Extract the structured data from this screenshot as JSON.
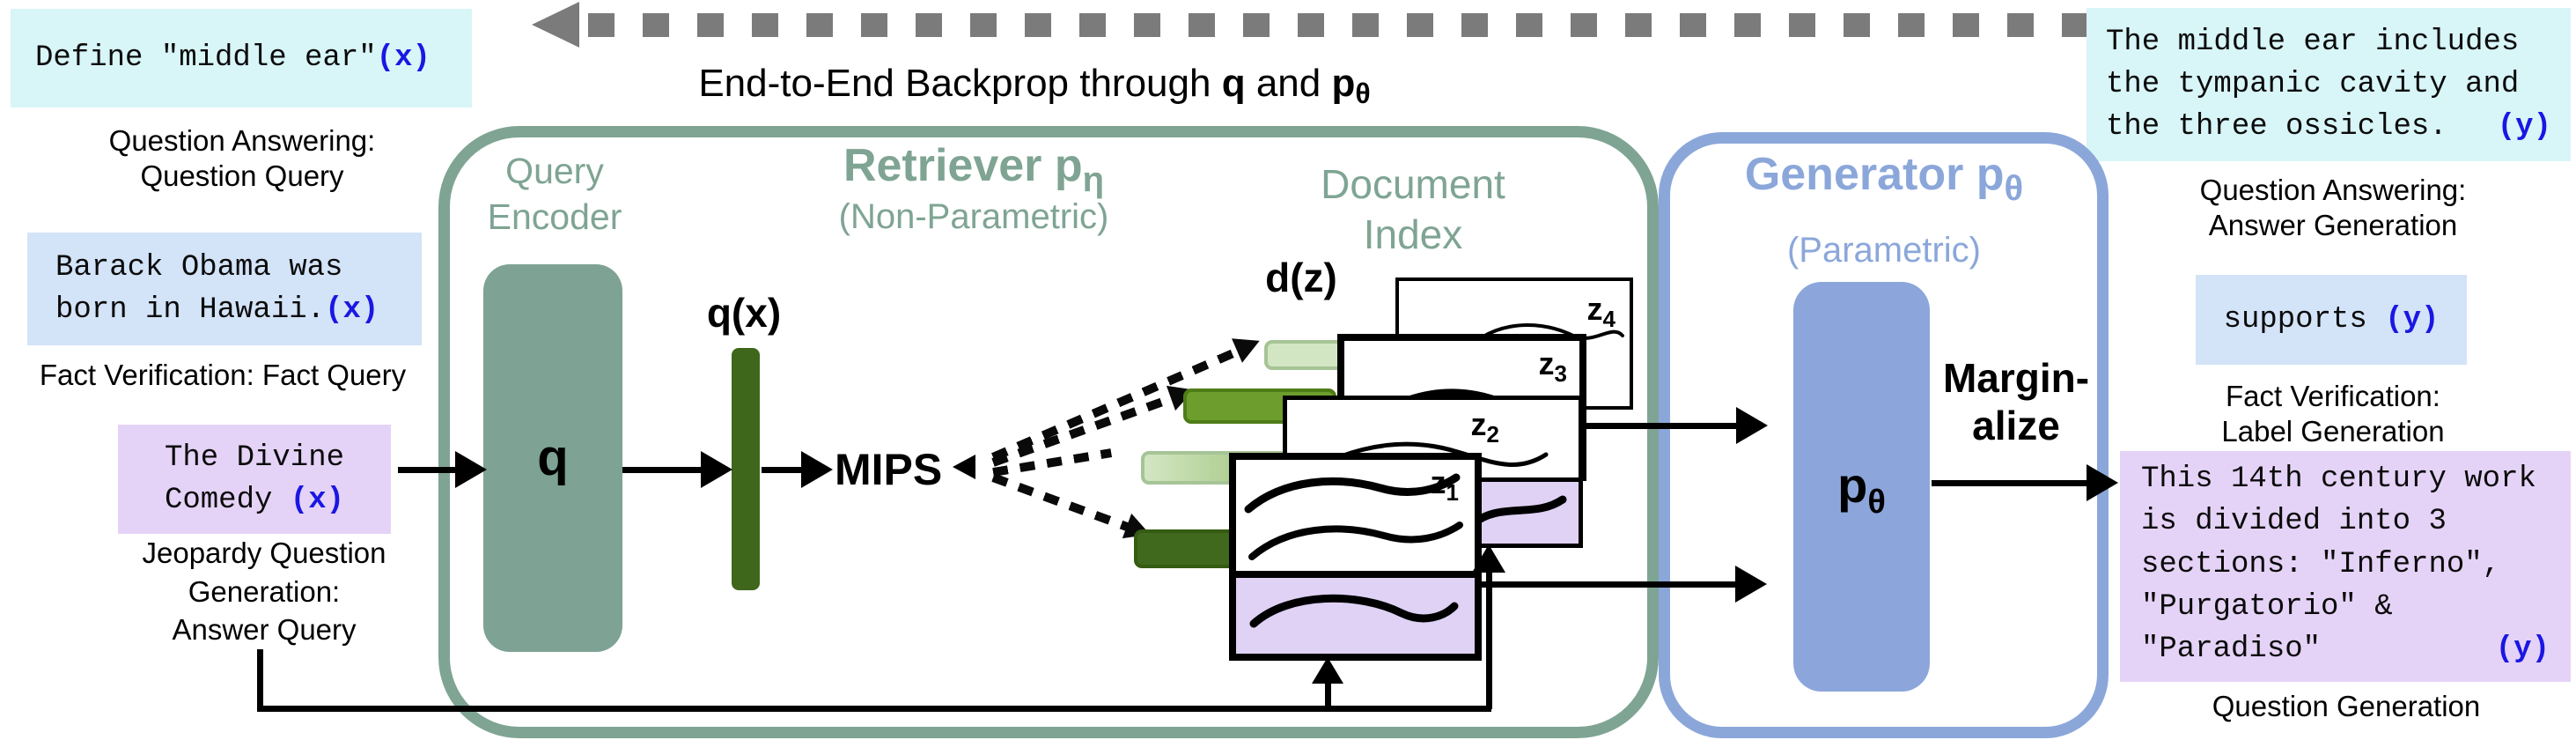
{
  "colors": {
    "sage": "#7FA493",
    "sage_fill": "#7EA294",
    "generator_blue": "#8BA7DA",
    "generator_fill": "#8CA6DB",
    "cyan_bg": "#D8F5F8",
    "lightblue_bg": "#D3E3F8",
    "purple_bg": "#E5D3F7",
    "doc_purple": "#DFD2F5",
    "tag_blue": "#1A17E3",
    "bar_light": "#D3E6C3",
    "bar_medium": "#6D9D2D",
    "bar_dark": "#41691D",
    "dash_gray": "#7B7B7B"
  },
  "backprop": {
    "prefix": "End-to-End Backprop through ",
    "q": "q",
    "mid": " and ",
    "p": "p",
    "p_sub": "θ"
  },
  "left": {
    "qa_box": {
      "text": "Define \"middle ear\"",
      "tag": "(x)"
    },
    "qa_caption": [
      "Question Answering:",
      "Question Query"
    ],
    "fact_box": {
      "line1": "Barack Obama was",
      "line2": "born in Hawaii.",
      "tag": "(x)"
    },
    "fact_caption": "Fact Verification: Fact Query",
    "jeopardy_box": {
      "line1": "The Divine",
      "line2": "Comedy ",
      "tag": "(x)"
    },
    "jeopardy_caption": [
      "Jeopardy Question",
      "Generation:",
      "Answer Query"
    ]
  },
  "retriever": {
    "encoder_label": [
      "Query",
      "Encoder"
    ],
    "title": "Retriever p",
    "title_sub": "η",
    "subtitle": "(Non-Parametric)",
    "q_label": "q",
    "qx_label": "q(x)",
    "mips_label": "MIPS",
    "doc_index_label": [
      "Document",
      "Index"
    ],
    "dz_label": "d(z)",
    "doc_labels": {
      "z": "z",
      "n1": "1",
      "n2": "2",
      "n3": "3",
      "n4": "4"
    }
  },
  "generator": {
    "title": "Generator p",
    "title_sub": "θ",
    "subtitle": "(Parametric)",
    "p_label": "p",
    "p_sub": "θ",
    "marginalize": [
      "Margin-",
      "alize"
    ]
  },
  "right": {
    "qa_box": {
      "line1": "The middle ear includes",
      "line2": "the tympanic cavity and",
      "line3": "the three ossicles.",
      "tag": "(y)"
    },
    "qa_caption": [
      "Question Answering:",
      "Answer Generation"
    ],
    "fact_box": {
      "text": "supports ",
      "tag": "(y)"
    },
    "fact_caption": [
      "Fact Verification:",
      "Label Generation"
    ],
    "qgen_box": {
      "line1": "This 14th century work",
      "line2": "is divided into 3",
      "line3": "sections: \"Inferno\",",
      "line4": "\"Purgatorio\" &",
      "line5": "\"Paradiso\"",
      "tag": "(y)"
    },
    "qgen_caption": "Question Generation"
  }
}
